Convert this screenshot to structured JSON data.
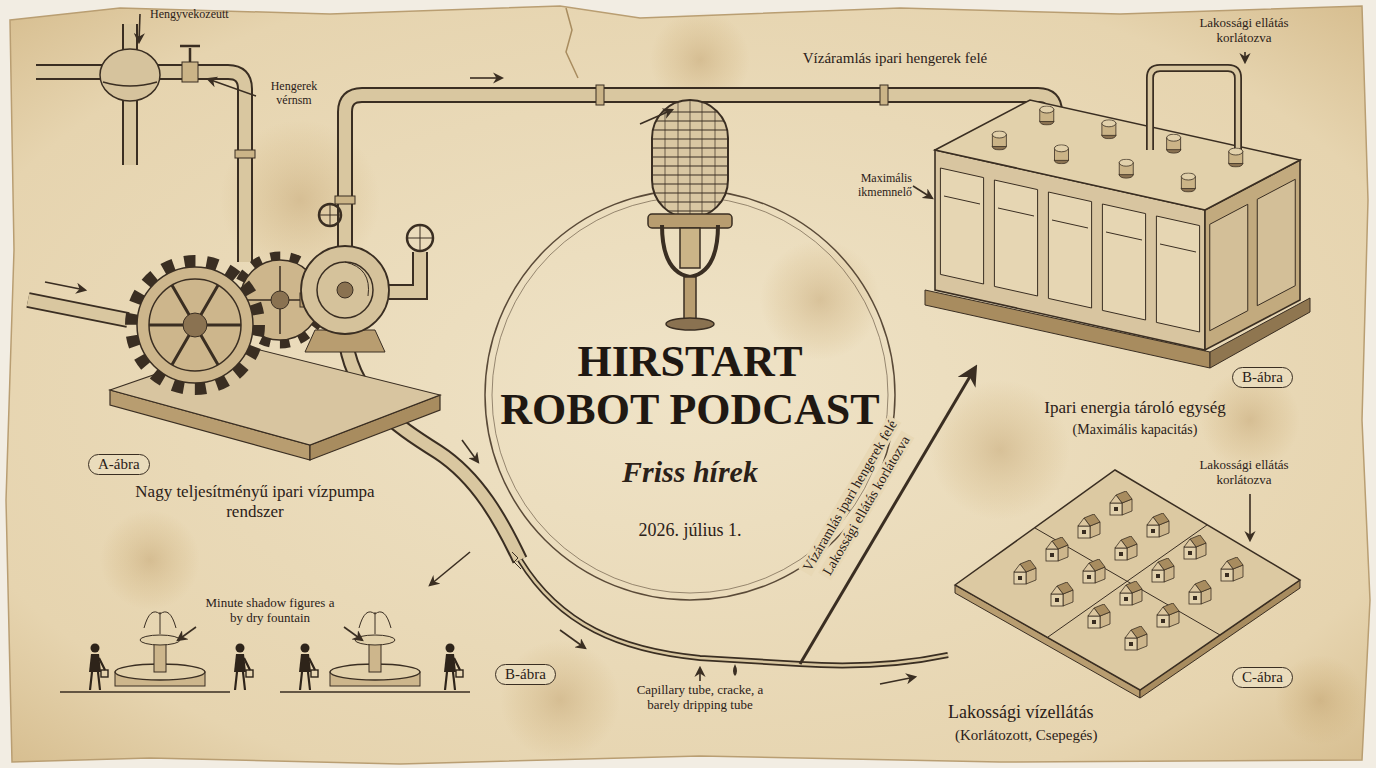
{
  "diagram": {
    "title": "HIRSTART ROBOT PODCAST",
    "nodes": [
      {
        "text": [
          "A-ábra"
        ]
      },
      {
        "text": [
          "B-ábra"
        ]
      },
      {
        "text": [
          "B-ábra"
        ]
      },
      {
        "text": [
          "C-ábra"
        ]
      }
    ],
    "labels": [
      "Hengyvekozeutt",
      "Hengerek vérnsm",
      "Vízáramlás ipari hengerek felé",
      "Lakossági ellátás korlátozva",
      "Maximális ikmemnelő",
      "Friss hírek",
      "2026. július 1.",
      "Nagy teljesítményű ipari vízpumpa rendszer",
      "Ipari energia tároló egység",
      "(Maximális kapacitás)",
      "Lakossági ellátás korlátozva",
      "Vízáramlás ipari hengerek felé",
      "Lakossági ellátás korlátozva",
      "Minute shadow figures a by dry fountain",
      "Capillary tube, cracke, a barely dripping tube",
      "Lakossági vízellátás",
      "(Korlátozott, Csepegés)"
    ]
  }
}
